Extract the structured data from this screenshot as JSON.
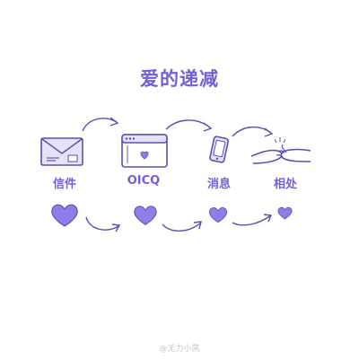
{
  "title": "爱的递减",
  "stages": [
    {
      "label": "信件",
      "icon": "envelope-icon"
    },
    {
      "label": "OICQ",
      "icon": "chat-window-icon"
    },
    {
      "label": "消息",
      "icon": "phone-icon"
    },
    {
      "label": "相处",
      "icon": "holding-hands-icon"
    }
  ],
  "watermark": "@无力小莴",
  "colors": {
    "accent": "#7260d8",
    "line": "#5a4fb0",
    "fill": "#e7e2f8",
    "heart": "#8f7ee8"
  }
}
